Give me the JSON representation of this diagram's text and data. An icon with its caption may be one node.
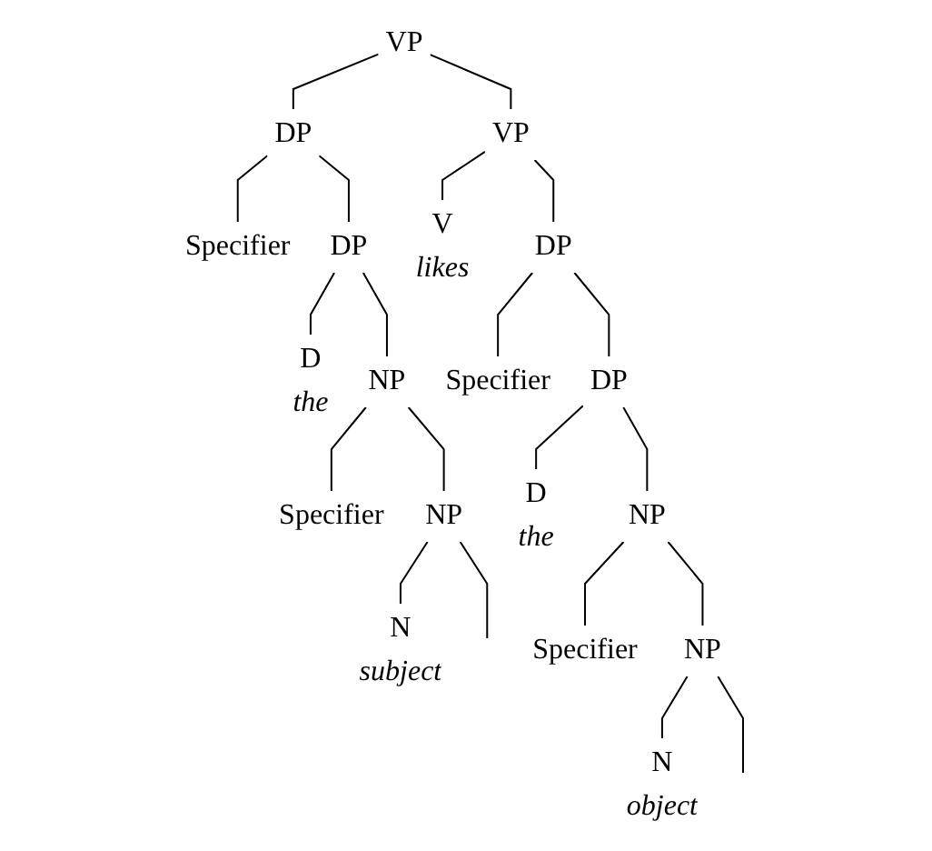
{
  "diagram": {
    "nodes": [
      {
        "text": [
          "VP"
        ]
      },
      {
        "text": [
          "DP"
        ]
      },
      {
        "text": [
          "VP"
        ]
      },
      {
        "text": [
          "Specifier"
        ]
      },
      {
        "text": [
          "DP"
        ]
      },
      {
        "text": [
          "V",
          "likes"
        ]
      },
      {
        "text": [
          "DP"
        ]
      },
      {
        "text": [
          "D",
          "the"
        ]
      },
      {
        "text": [
          "NP"
        ]
      },
      {
        "text": [
          "Specifier"
        ]
      },
      {
        "text": [
          "DP"
        ]
      },
      {
        "text": [
          "Specifier"
        ]
      },
      {
        "text": [
          "NP"
        ]
      },
      {
        "text": [
          "D",
          "the"
        ]
      },
      {
        "text": [
          "NP"
        ]
      },
      {
        "text": [
          "N",
          "subject"
        ]
      },
      {
        "text": [
          "Specifier"
        ]
      },
      {
        "text": [
          "NP"
        ]
      },
      {
        "text": [
          "N",
          "object"
        ]
      }
    ],
    "edges": [
      {
        "from": 0,
        "to": 1,
        "arrow": "none"
      },
      {
        "from": 0,
        "to": 2,
        "arrow": "none"
      },
      {
        "from": 1,
        "to": 3,
        "arrow": "none"
      },
      {
        "from": 1,
        "to": 4,
        "arrow": "none"
      },
      {
        "from": 2,
        "to": 5,
        "arrow": "none"
      },
      {
        "from": 2,
        "to": 6,
        "arrow": "none"
      },
      {
        "from": 4,
        "to": 7,
        "arrow": "none"
      },
      {
        "from": 4,
        "to": 8,
        "arrow": "none"
      },
      {
        "from": 6,
        "to": 9,
        "arrow": "none"
      },
      {
        "from": 6,
        "to": 10,
        "arrow": "none"
      },
      {
        "from": 8,
        "to": 11,
        "arrow": "none"
      },
      {
        "from": 8,
        "to": 12,
        "arrow": "none"
      },
      {
        "from": 10,
        "to": 13,
        "arrow": "none"
      },
      {
        "from": 10,
        "to": 14,
        "arrow": "none"
      },
      {
        "from": 12,
        "to": 15,
        "arrow": "none"
      },
      {
        "from": 12,
        "to": null,
        "arrow": "none"
      },
      {
        "from": 14,
        "to": 16,
        "arrow": "none"
      },
      {
        "from": 14,
        "to": 17,
        "arrow": "none"
      },
      {
        "from": 17,
        "to": 18,
        "arrow": "none"
      },
      {
        "from": 17,
        "to": null,
        "arrow": "none"
      }
    ]
  }
}
